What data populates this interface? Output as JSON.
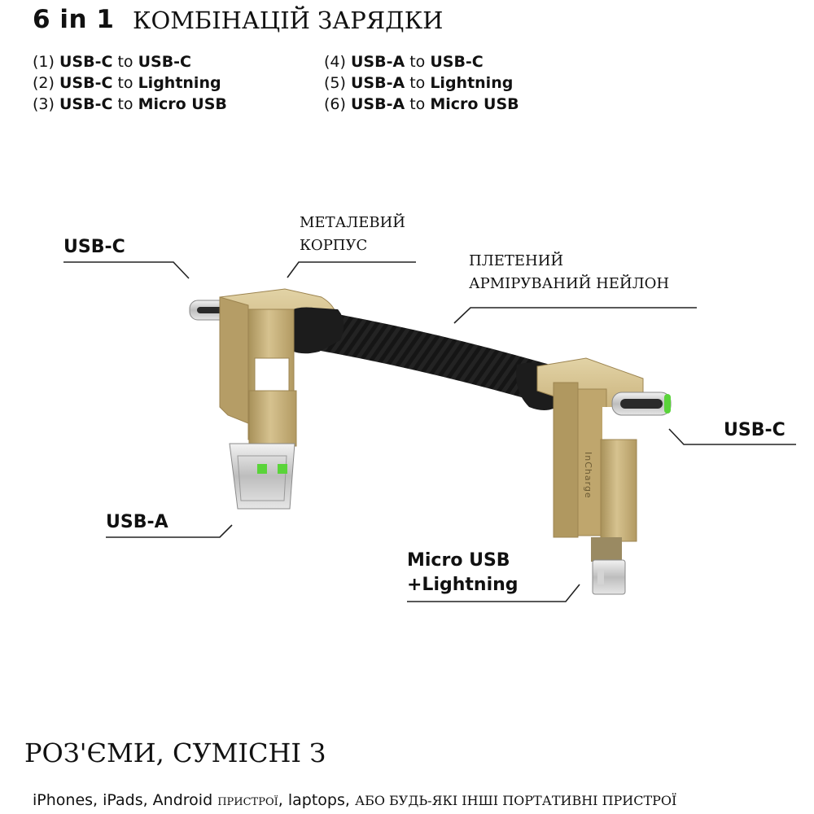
{
  "header": {
    "badge": "6 in 1",
    "title": "КОМБІНАЦІЙ ЗАРЯДКИ"
  },
  "combinations": [
    {
      "num": "(1)",
      "from": "USB-C",
      "to_word": "to",
      "to": "USB-C"
    },
    {
      "num": "(2)",
      "from": "USB-C",
      "to_word": "to",
      "to": "Lightning"
    },
    {
      "num": "(3)",
      "from": "USB-C",
      "to_word": "to",
      "to": "Micro USB"
    },
    {
      "num": "(4)",
      "from": "USB-A",
      "to_word": "to",
      "to": "USB-C"
    },
    {
      "num": "(5)",
      "from": "USB-A",
      "to_word": "to",
      "to": "Lightning"
    },
    {
      "num": "(6)",
      "from": "USB-A",
      "to_word": "to",
      "to": "Micro USB"
    }
  ],
  "callouts": {
    "usb_c_left": "USB-C",
    "metal_line1": "МЕТАЛЕВИЙ",
    "metal_line2": "КОРПУС",
    "nylon_line1": "ПЛЕТЕНИЙ",
    "nylon_line2": "АРМІРУВАНИЙ НЕЙЛОН",
    "usb_c_right": "USB-C",
    "usb_a": "USB-A",
    "micro_line1": "Micro USB",
    "micro_line2": "+Lightning"
  },
  "product": {
    "brand_text": "InCharge",
    "metal_color": "#c9b27a",
    "cable_color": "#1a1a1a",
    "led_color": "#5ad43a"
  },
  "compatibility": {
    "title": "РОЗ'ЄМИ, СУМІСНІ З",
    "part1": "iPhones, iPads, Android",
    "part2": "ПРИСТРОЇ",
    "part3": ", laptops,",
    "part4": "АБО БУДЬ-ЯКІ ІНШІ ПОРТАТИВНІ ПРИСТРОЇ"
  }
}
